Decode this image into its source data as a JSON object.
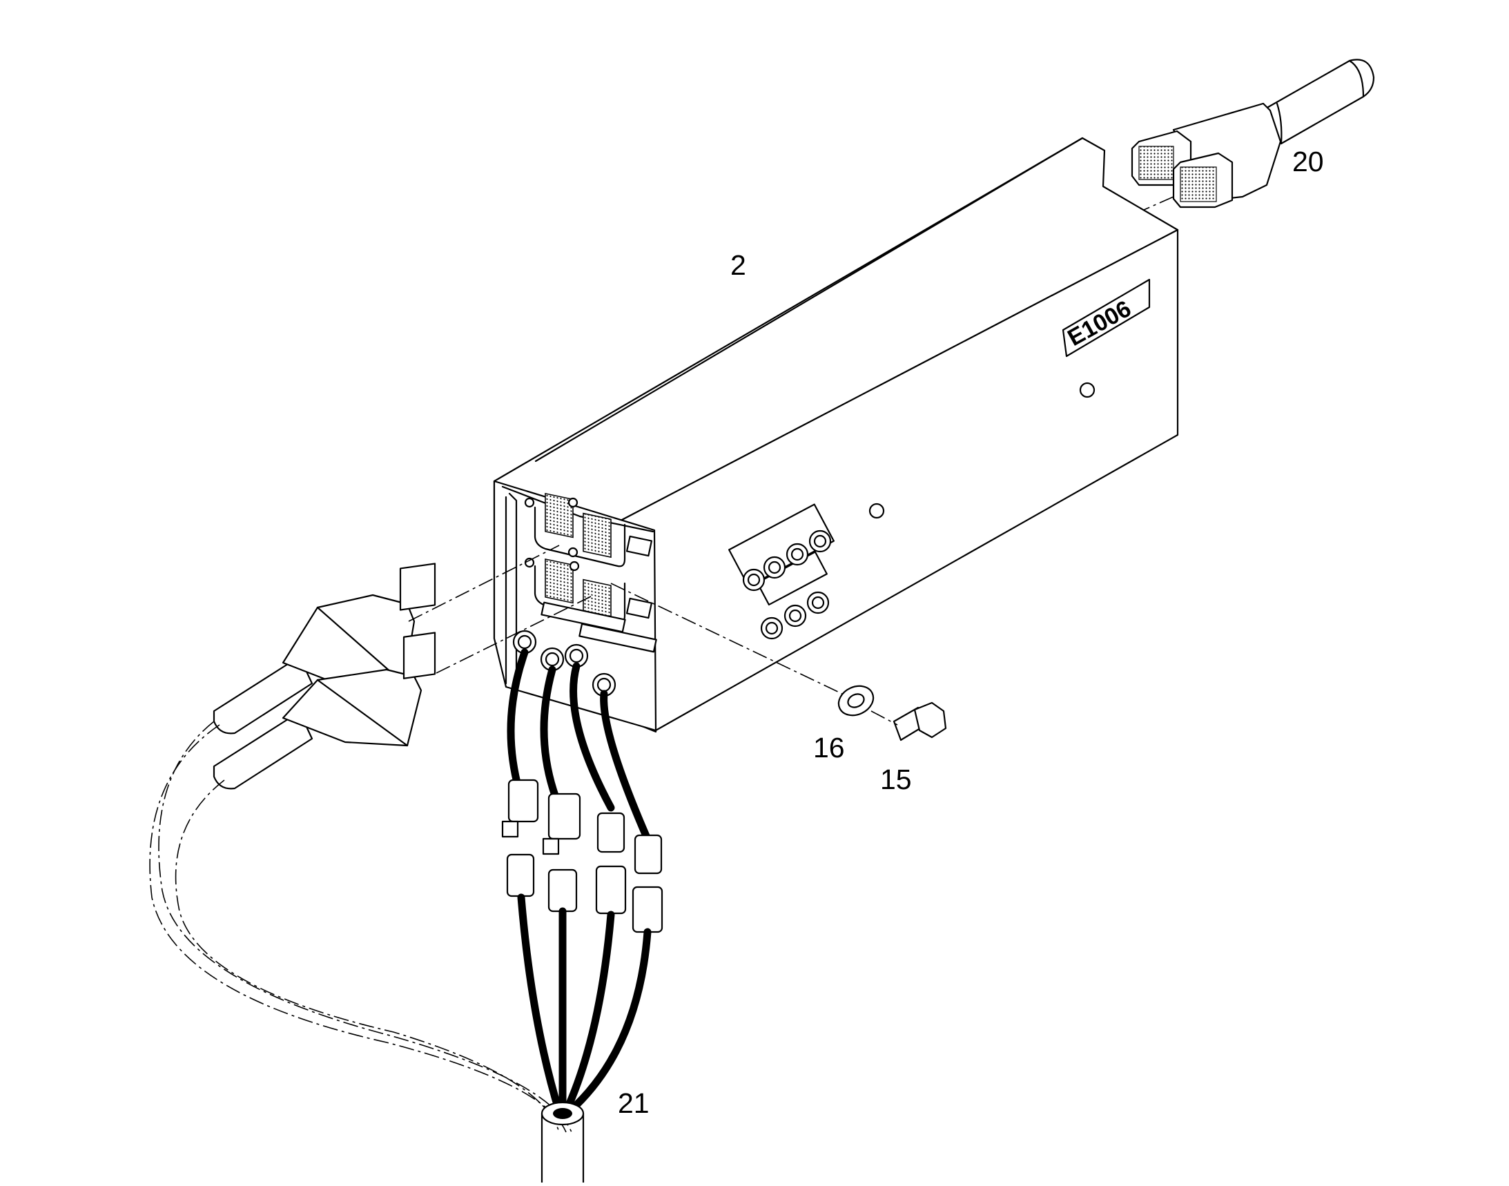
{
  "figure": {
    "callouts": {
      "unit": "2",
      "connector_top": "20",
      "bundle": "21",
      "washer": "16",
      "bolt": "15"
    },
    "nameplate": "E1006"
  }
}
